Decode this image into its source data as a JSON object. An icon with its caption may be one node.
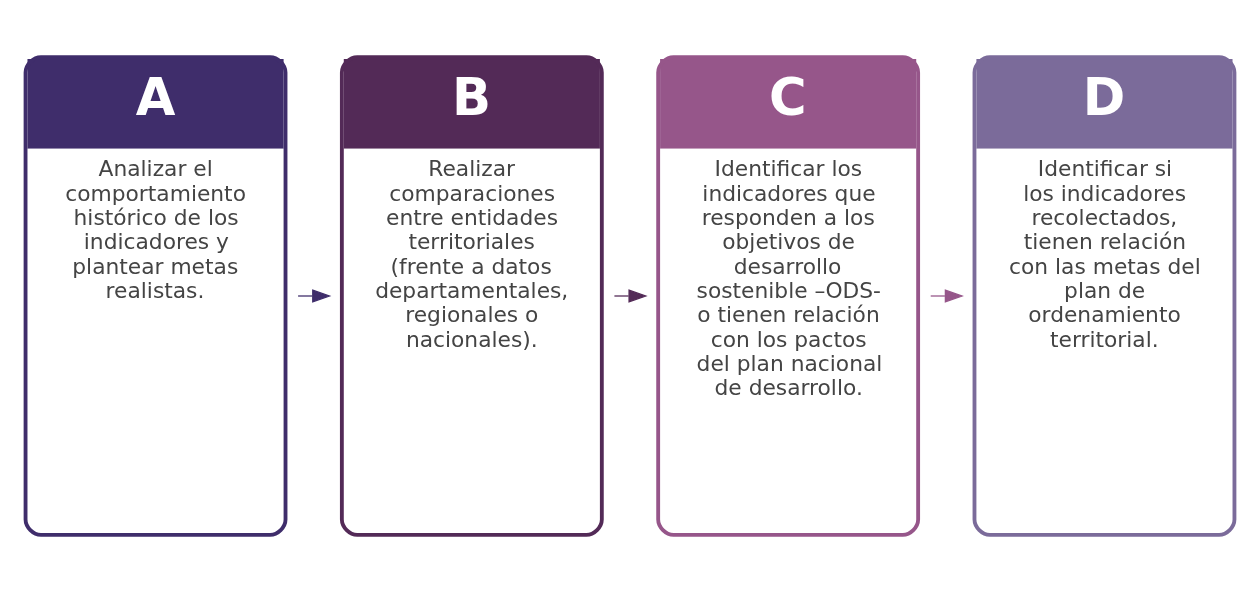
{
  "diagram": {
    "nodes": [
      {
        "text": [
          "A",
          "Analizar el comportamiento histórico de los indicadores y plantear metas realistas."
        ]
      },
      {
        "text": [
          "B",
          "Realizar comparaciones entre entidades territoriales (frente a datos departamentales, regionales o nacionales)."
        ]
      },
      {
        "text": [
          "C",
          "Identificar los indicadores que responden a los objetivos de desarrollo sostenible –ODS- o tienen relación con los pactos del plan nacional de desarrollo."
        ]
      },
      {
        "text": [
          "D",
          "Identificar si los indicadores recolectados, tienen relación con las metas del plan de ordenamiento territorial."
        ]
      }
    ],
    "edges": [
      {
        "from": 0,
        "to": 1,
        "arrow": "to"
      },
      {
        "from": 1,
        "to": 2,
        "arrow": "to"
      },
      {
        "from": 2,
        "to": 3,
        "arrow": "to"
      }
    ]
  }
}
